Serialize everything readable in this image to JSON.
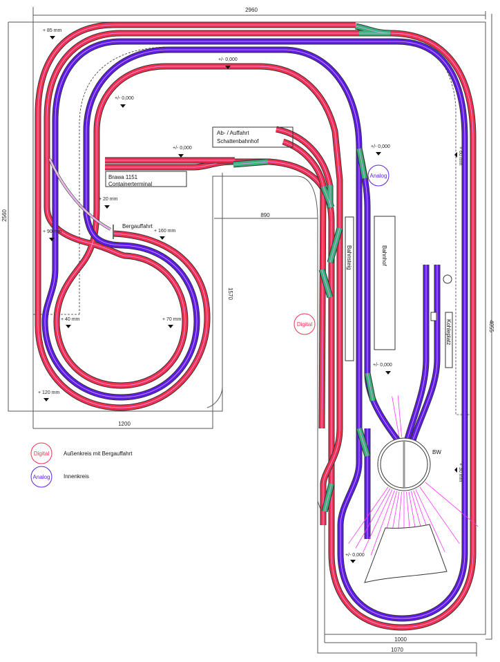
{
  "dimensions": {
    "width_top": "2960",
    "height_left": "2560",
    "inner_vertical": "1570",
    "inner_horizontal": "890",
    "left_width": "1200",
    "right_height": "4055",
    "bottom_inner": "1000",
    "bottom_outer": "1070"
  },
  "levels": {
    "l1": "+ 85 mm",
    "l2": "+/- 0,000",
    "l3": "+/- 0,000",
    "l4": "+/- 0,000",
    "l5": "+/- 0,000",
    "l6": "+ 60 mm",
    "l7": "+ 20 mm",
    "l8": "+ 160 mm",
    "l9": "+ 90 mm",
    "l10": "+ 40 mm",
    "l11": "+ 70 mm",
    "l12": "+ 120 mm",
    "l13": "+/- 0,000",
    "l14": "+/- 0,000",
    "l15": "+ 30 mm"
  },
  "labels": {
    "shadow_line1": "Ab- / Auffahrt",
    "shadow_line2": "Schattenbahnhof",
    "terminal_line1": "Brawa 1151",
    "terminal_line2": "Containerterminal",
    "bergauffahrt": "Bergauffahrt",
    "bahnsteig": "Bahnsteig",
    "bahnhof": "Bahnhof",
    "kohleplatz": "Kohleplatz",
    "bw": "BW",
    "digital_badge": "Digital",
    "analog_badge": "Analog"
  },
  "legend": [
    {
      "badge": "Digital",
      "text": "Außenkreis mit Bergauffahrt",
      "color": "#f2304f"
    },
    {
      "badge": "Analog",
      "text": "Innenkreis",
      "color": "#5a1ee6"
    }
  ],
  "colors": {
    "digital": "#f2304f",
    "analog": "#5a1ee6",
    "switch": "#3ab27a"
  }
}
